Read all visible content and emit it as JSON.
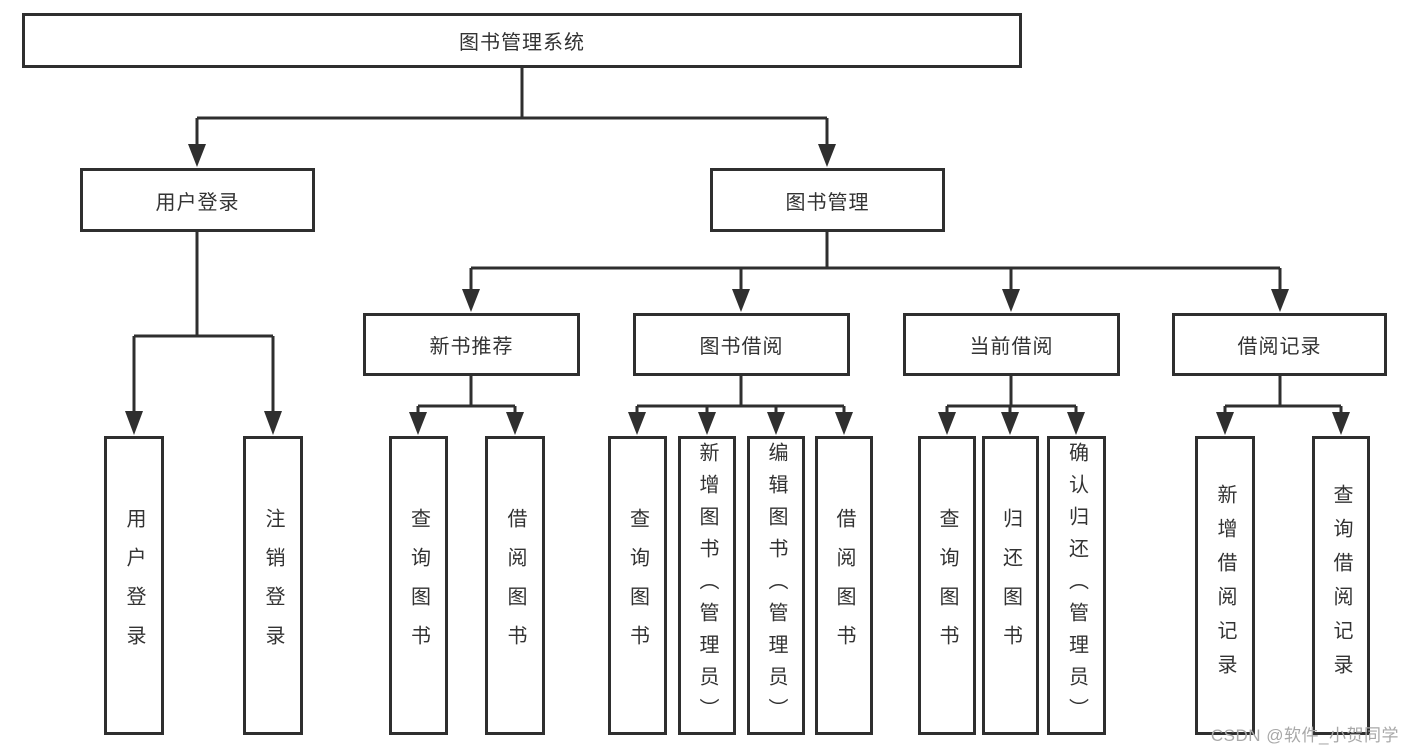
{
  "diagram": {
    "root": {
      "label": "图书管理系统"
    },
    "branches": [
      {
        "label": "用户登录",
        "children": [
          "用户登录",
          "注销登录"
        ]
      },
      {
        "label": "图书管理",
        "groups": [
          {
            "label": "新书推荐",
            "children": [
              "查询图书",
              "借阅图书"
            ]
          },
          {
            "label": "图书借阅",
            "children": [
              "查询图书",
              "新增图书（管理员）",
              "编辑图书（管理员）",
              "借阅图书"
            ]
          },
          {
            "label": "当前借阅",
            "children": [
              "查询图书",
              "归还图书",
              "确认归还（管理员）"
            ]
          },
          {
            "label": "借阅记录",
            "children": [
              "新增借阅记录",
              "查询借阅记录"
            ]
          }
        ]
      }
    ]
  },
  "watermark": {
    "text": "CSDN @软件_小贺同学"
  },
  "colors": {
    "line": "#2f2f2f",
    "text": "#333333",
    "box_background": "#ffffff",
    "watermark": "#a8a8a8",
    "page_background": "#ffffff"
  }
}
